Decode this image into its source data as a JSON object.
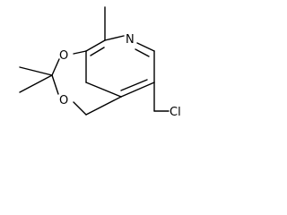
{
  "molecule": {
    "atoms": {
      "n1": "N",
      "o1": "O",
      "o2": "O",
      "cl": "Cl"
    }
  },
  "colors": {
    "bond": "#000000",
    "text": "#000000",
    "background": "#ffffff"
  }
}
